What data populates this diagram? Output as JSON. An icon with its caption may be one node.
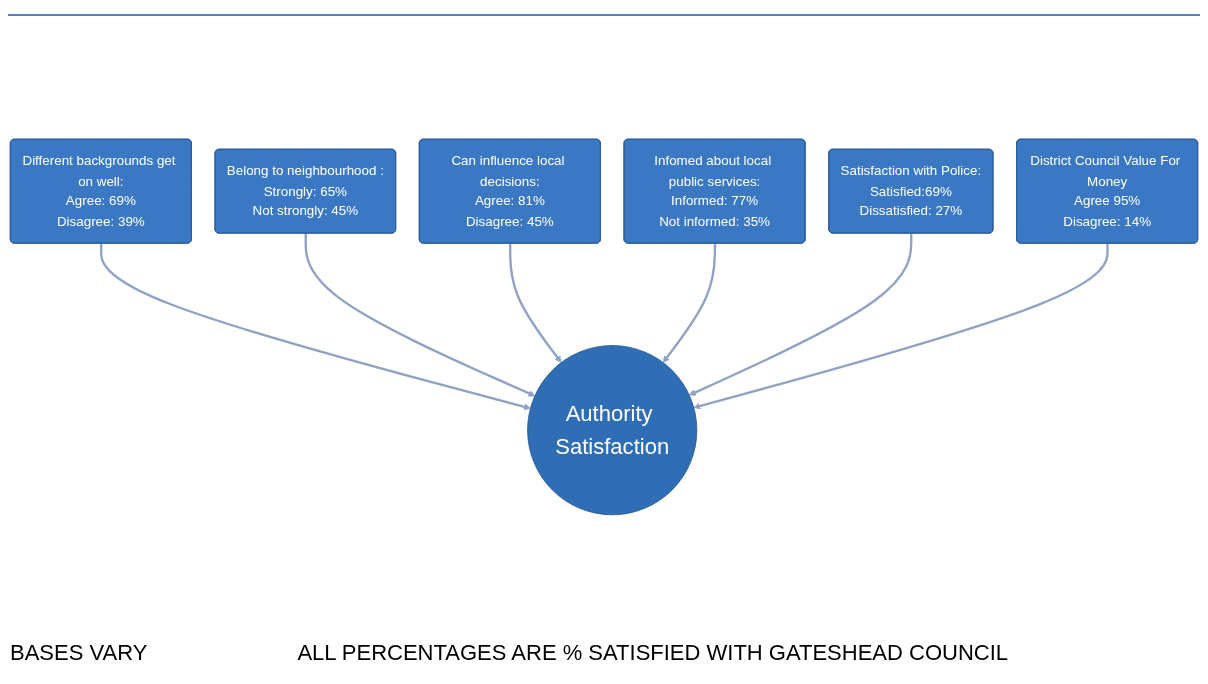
{
  "diagram": {
    "nodes": [
      {
        "text": [
          "Can influence local decisions:",
          "Agree: 81%",
          "Disagree: 45%"
        ]
      },
      {
        "text": [
          "Infomed about local public services:",
          "Informed: 77%",
          "Not informed: 35%"
        ]
      },
      {
        "text": [
          "Belong to neighbourhood :",
          "Strongly: 65%",
          "Not strongly: 45%"
        ]
      },
      {
        "text": [
          "Satisfaction with Police:",
          "Satisfied:69%",
          "Dissatisfied: 27%"
        ]
      },
      {
        "text": [
          "Different backgrounds get on well:",
          "Agree: 69%",
          "Disagree: 39%"
        ]
      },
      {
        "text": [
          "Authority Satisfaction"
        ]
      },
      {
        "text": [
          "District Council Value For Money",
          "Agree 95%",
          "Disagree: 14%"
        ]
      }
    ],
    "edges": [
      {
        "from": 4,
        "to": 5,
        "arrow": "to"
      },
      {
        "from": 2,
        "to": 5,
        "arrow": "to"
      },
      {
        "from": 0,
        "to": 5,
        "arrow": "to"
      },
      {
        "from": 1,
        "to": 5,
        "arrow": "to"
      },
      {
        "from": 3,
        "to": 5,
        "arrow": "to"
      },
      {
        "from": 6,
        "to": 5,
        "arrow": "to"
      }
    ],
    "labels": [
      "BASES VARY",
      "ALL PERCENTAGES ARE % SATISFIED WITH GATESHEAD COUNCIL"
    ]
  }
}
